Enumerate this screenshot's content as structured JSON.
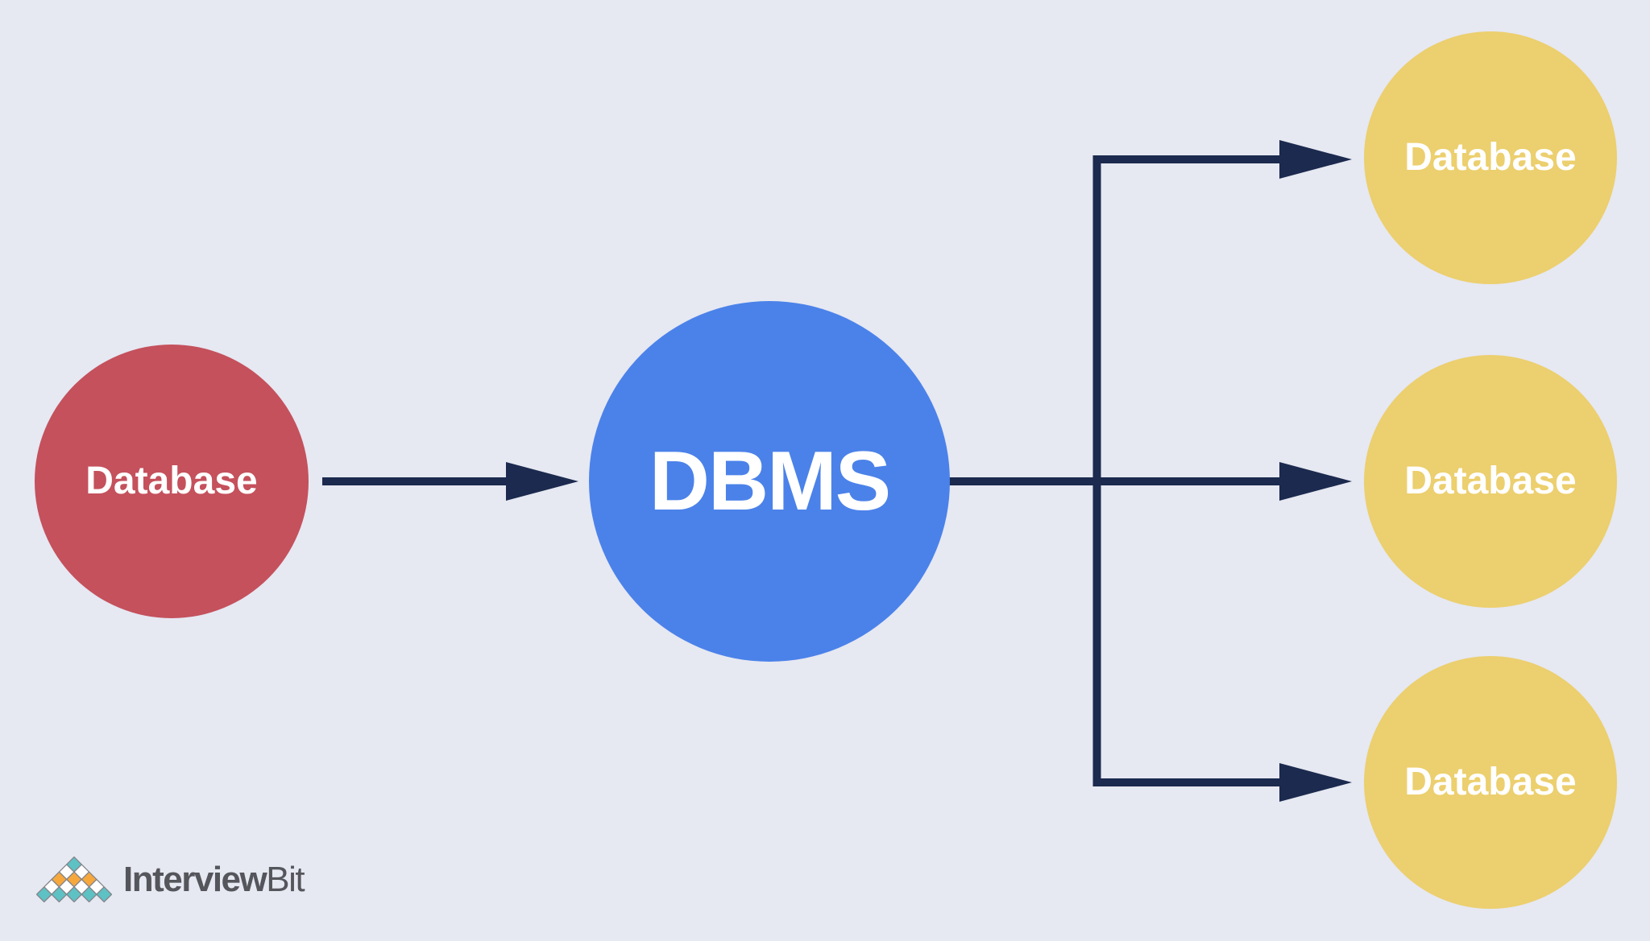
{
  "diagram": {
    "type": "flow",
    "description": "One database feeding a DBMS which distributes to three databases",
    "nodes": [
      {
        "id": "source-db",
        "label": "Database",
        "shape": "circle",
        "color": "#c4515c"
      },
      {
        "id": "dbms",
        "label": "DBMS",
        "shape": "circle",
        "color": "#4b82e9"
      },
      {
        "id": "target-db-1",
        "label": "Database",
        "shape": "circle",
        "color": "#eccf6e"
      },
      {
        "id": "target-db-2",
        "label": "Database",
        "shape": "circle",
        "color": "#eccf6e"
      },
      {
        "id": "target-db-3",
        "label": "Database",
        "shape": "circle",
        "color": "#eccf6e"
      }
    ],
    "edges": [
      {
        "from": "source-db",
        "to": "dbms"
      },
      {
        "from": "dbms",
        "to": "target-db-1"
      },
      {
        "from": "dbms",
        "to": "target-db-2"
      },
      {
        "from": "dbms",
        "to": "target-db-3"
      }
    ]
  },
  "colors": {
    "background": "#e6e8f2",
    "source_red": "#c4515c",
    "dbms_blue": "#4b82e9",
    "target_yellow": "#eccf6e",
    "arrow_navy": "#1b2a4e",
    "node_label_text": "#ffffff",
    "logo_text": "#55565c"
  },
  "logo": {
    "text_bold": "Interview",
    "text_light": "Bit",
    "mark_colors": {
      "teal": "#5ec1c4",
      "orange": "#f6a83d",
      "white": "#ffffff",
      "outline": "#84858a"
    },
    "mark_rows": [
      [
        "teal"
      ],
      [
        "white",
        "white"
      ],
      [
        "orange",
        "orange",
        "orange"
      ],
      [
        "white",
        "white",
        "white",
        "white"
      ],
      [
        "teal",
        "teal",
        "teal",
        "teal",
        "teal"
      ]
    ]
  }
}
